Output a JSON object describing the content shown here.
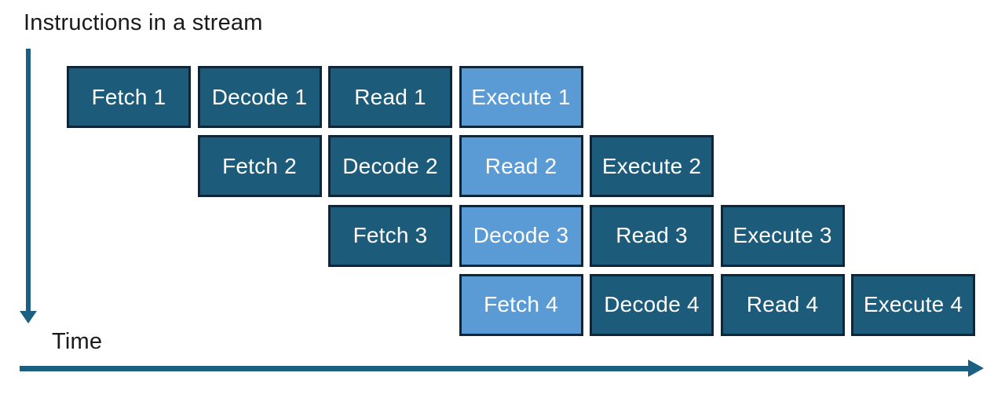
{
  "title": "Instructions in a stream",
  "time_label": "Time",
  "colors": {
    "background": "#FFFFFF",
    "stage_dark": "#1D5B7B",
    "stage_highlight": "#5B9BD5",
    "stage_border": "#0E2637",
    "arrow": "#1B5F82",
    "label_text": "#FFFFFF",
    "axis_text": "#1A1A1A"
  },
  "pipeline": {
    "stages": [
      "Fetch",
      "Decode",
      "Read",
      "Execute"
    ],
    "instruction_count": 4,
    "highlighted_time_slot": 4,
    "boxes": [
      {
        "label": "Fetch 1",
        "row": 1,
        "col": 1,
        "highlighted": false
      },
      {
        "label": "Decode 1",
        "row": 1,
        "col": 2,
        "highlighted": false
      },
      {
        "label": "Read 1",
        "row": 1,
        "col": 3,
        "highlighted": false
      },
      {
        "label": "Execute 1",
        "row": 1,
        "col": 4,
        "highlighted": true
      },
      {
        "label": "Fetch 2",
        "row": 2,
        "col": 2,
        "highlighted": false
      },
      {
        "label": "Decode 2",
        "row": 2,
        "col": 3,
        "highlighted": false
      },
      {
        "label": "Read 2",
        "row": 2,
        "col": 4,
        "highlighted": true
      },
      {
        "label": "Execute 2",
        "row": 2,
        "col": 5,
        "highlighted": false
      },
      {
        "label": "Fetch 3",
        "row": 3,
        "col": 3,
        "highlighted": false
      },
      {
        "label": "Decode 3",
        "row": 3,
        "col": 4,
        "highlighted": true
      },
      {
        "label": "Read 3",
        "row": 3,
        "col": 5,
        "highlighted": false
      },
      {
        "label": "Execute 3",
        "row": 3,
        "col": 6,
        "highlighted": false
      },
      {
        "label": "Fetch 4",
        "row": 4,
        "col": 4,
        "highlighted": true
      },
      {
        "label": "Decode 4",
        "row": 4,
        "col": 5,
        "highlighted": false
      },
      {
        "label": "Read 4",
        "row": 4,
        "col": 6,
        "highlighted": false
      },
      {
        "label": "Execute 4",
        "row": 4,
        "col": 7,
        "highlighted": false
      }
    ]
  }
}
